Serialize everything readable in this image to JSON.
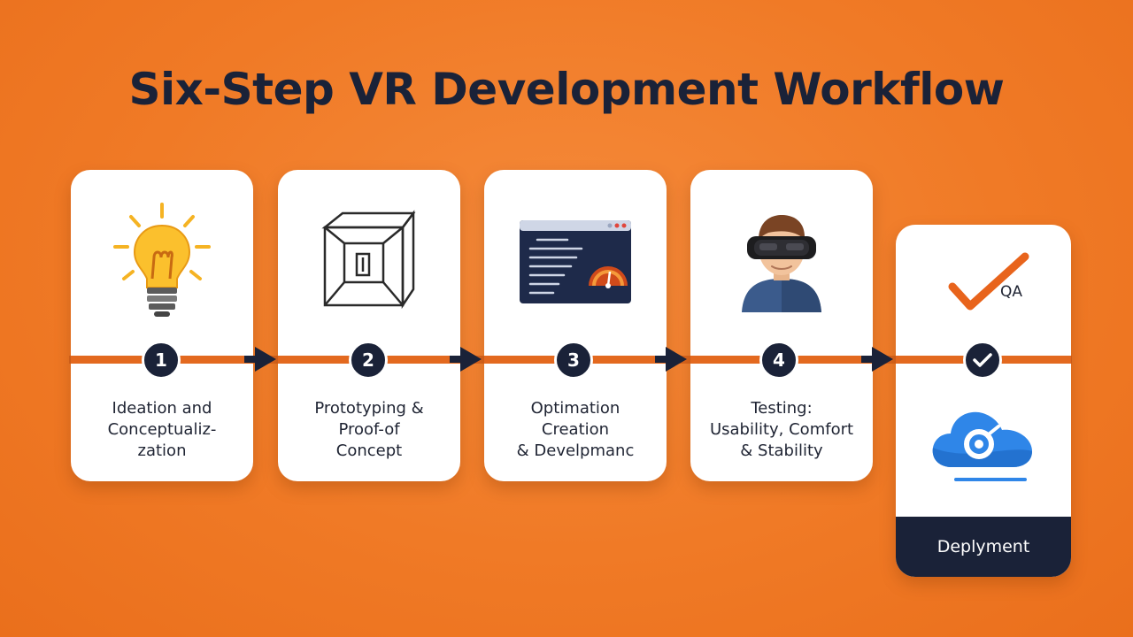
{
  "title": "Six-Step VR Development Workflow",
  "colors": {
    "background": "#f07a26",
    "navy": "#1a2238",
    "connector": "#d9641c",
    "card": "#ffffff"
  },
  "steps": [
    {
      "number": "1",
      "label": "Ideation and\nConceptualiz-\nzation",
      "icon": "lightbulb-icon"
    },
    {
      "number": "2",
      "label": "Prototyping &\nProof-of\nConcept",
      "icon": "wireframe-cube-icon"
    },
    {
      "number": "3",
      "label": "Optimation\nCreation\n& Develpmanc",
      "icon": "code-window-icon"
    },
    {
      "number": "4",
      "label": "Testing:\nUsability, Comfort\n& Stability",
      "icon": "vr-headset-user-icon"
    }
  ],
  "final": {
    "qa_label": "QA",
    "footer_label": "Deplyment",
    "qa_icon": "checkmark-icon",
    "deploy_icon": "cloud-icon",
    "badge_icon": "check-icon"
  }
}
